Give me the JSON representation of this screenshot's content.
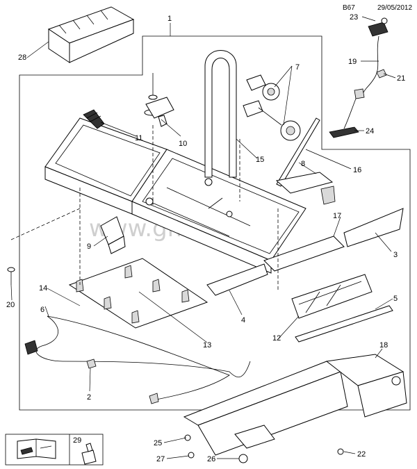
{
  "header": {
    "code": "B67",
    "date": "29/05/2012"
  },
  "watermark": "www.gm-shop.ru",
  "callouts": [
    "1",
    "2",
    "3",
    "4",
    "5",
    "6",
    "7",
    "8",
    "9",
    "10",
    "11",
    "12",
    "13",
    "14",
    "15",
    "16",
    "17",
    "18",
    "19",
    "20",
    "21",
    "22",
    "23",
    "24",
    "25",
    "26",
    "27",
    "28",
    "29"
  ],
  "legend": {
    "label": "29",
    "left_icon": "manual-book-wrench-icon",
    "right_icon": "fluid-bottle-icon"
  }
}
